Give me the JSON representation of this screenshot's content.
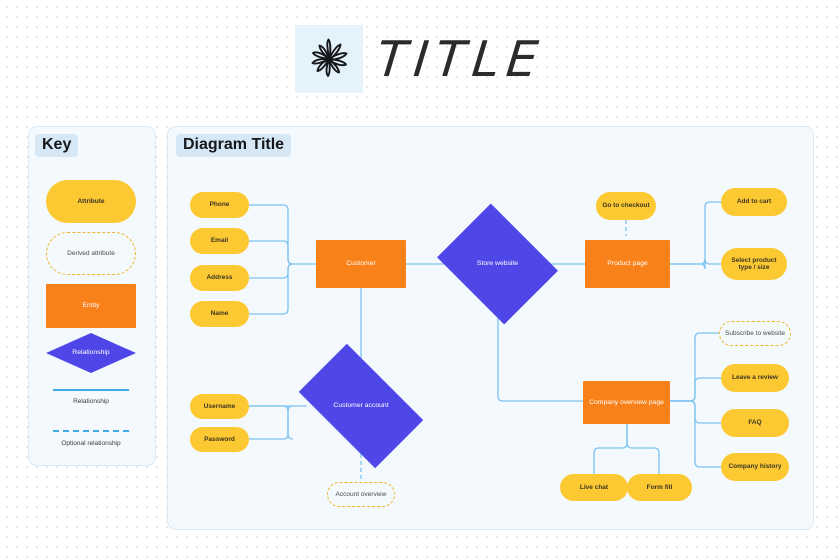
{
  "header": {
    "title": "TITLE",
    "logo_icon": "flower-daisy-icon"
  },
  "key_panel": {
    "title": "Key",
    "items": [
      {
        "label": "Attribute",
        "shape": "rounded-rect",
        "style": "attribute"
      },
      {
        "label": "Derived attribute",
        "shape": "dashed-rounded-rect",
        "style": "derived-attribute"
      },
      {
        "label": "Entity",
        "shape": "rect",
        "style": "entity"
      },
      {
        "label": "Relationship",
        "shape": "diamond",
        "style": "relationship"
      }
    ],
    "lines": [
      {
        "label": "Relationship",
        "style": "solid"
      },
      {
        "label": "Optional relationship",
        "style": "dashed"
      }
    ]
  },
  "diagram_panel": {
    "title": "Diagram Title",
    "nodes": [
      {
        "id": "phone",
        "label": "Phone",
        "type": "attribute"
      },
      {
        "id": "email",
        "label": "Email",
        "type": "attribute"
      },
      {
        "id": "address",
        "label": "Address",
        "type": "attribute"
      },
      {
        "id": "name",
        "label": "Name",
        "type": "attribute"
      },
      {
        "id": "customer",
        "label": "Customer",
        "type": "entity"
      },
      {
        "id": "store_website",
        "label": "Store website",
        "type": "relationship"
      },
      {
        "id": "product_page",
        "label": "Product page",
        "type": "entity"
      },
      {
        "id": "go_to_checkout",
        "label": "Go to checkout",
        "type": "attribute"
      },
      {
        "id": "add_to_cart",
        "label": "Add to cart",
        "type": "attribute"
      },
      {
        "id": "select_product",
        "label": "Select product type / size",
        "type": "attribute"
      },
      {
        "id": "username",
        "label": "Username",
        "type": "attribute"
      },
      {
        "id": "password",
        "label": "Password",
        "type": "attribute"
      },
      {
        "id": "customer_account",
        "label": "Customer account",
        "type": "relationship"
      },
      {
        "id": "account_overview",
        "label": "Account overview",
        "type": "derived-attribute"
      },
      {
        "id": "company_overview",
        "label": "Company overview page",
        "type": "entity"
      },
      {
        "id": "subscribe",
        "label": "Subscribe to website",
        "type": "derived-attribute"
      },
      {
        "id": "leave_review",
        "label": "Leave a review",
        "type": "attribute"
      },
      {
        "id": "faq",
        "label": "FAQ",
        "type": "attribute"
      },
      {
        "id": "company_history",
        "label": "Company history",
        "type": "attribute"
      },
      {
        "id": "live_chat",
        "label": "Live chat",
        "type": "attribute"
      },
      {
        "id": "form_fill",
        "label": "Form fill",
        "type": "attribute"
      }
    ]
  },
  "colors": {
    "attribute": "#fcc933",
    "entity": "#f98119",
    "relationship": "#4f46e8",
    "connector": "#7dc3f0",
    "derived_border": "#f0b429",
    "panel_bg": "#f3f9fd",
    "panel_border": "#dbe9f3",
    "title_chip_bg": "#d6e8f5",
    "canvas_bg": "#ffffff",
    "dot_grid": "#e3e3e6"
  }
}
